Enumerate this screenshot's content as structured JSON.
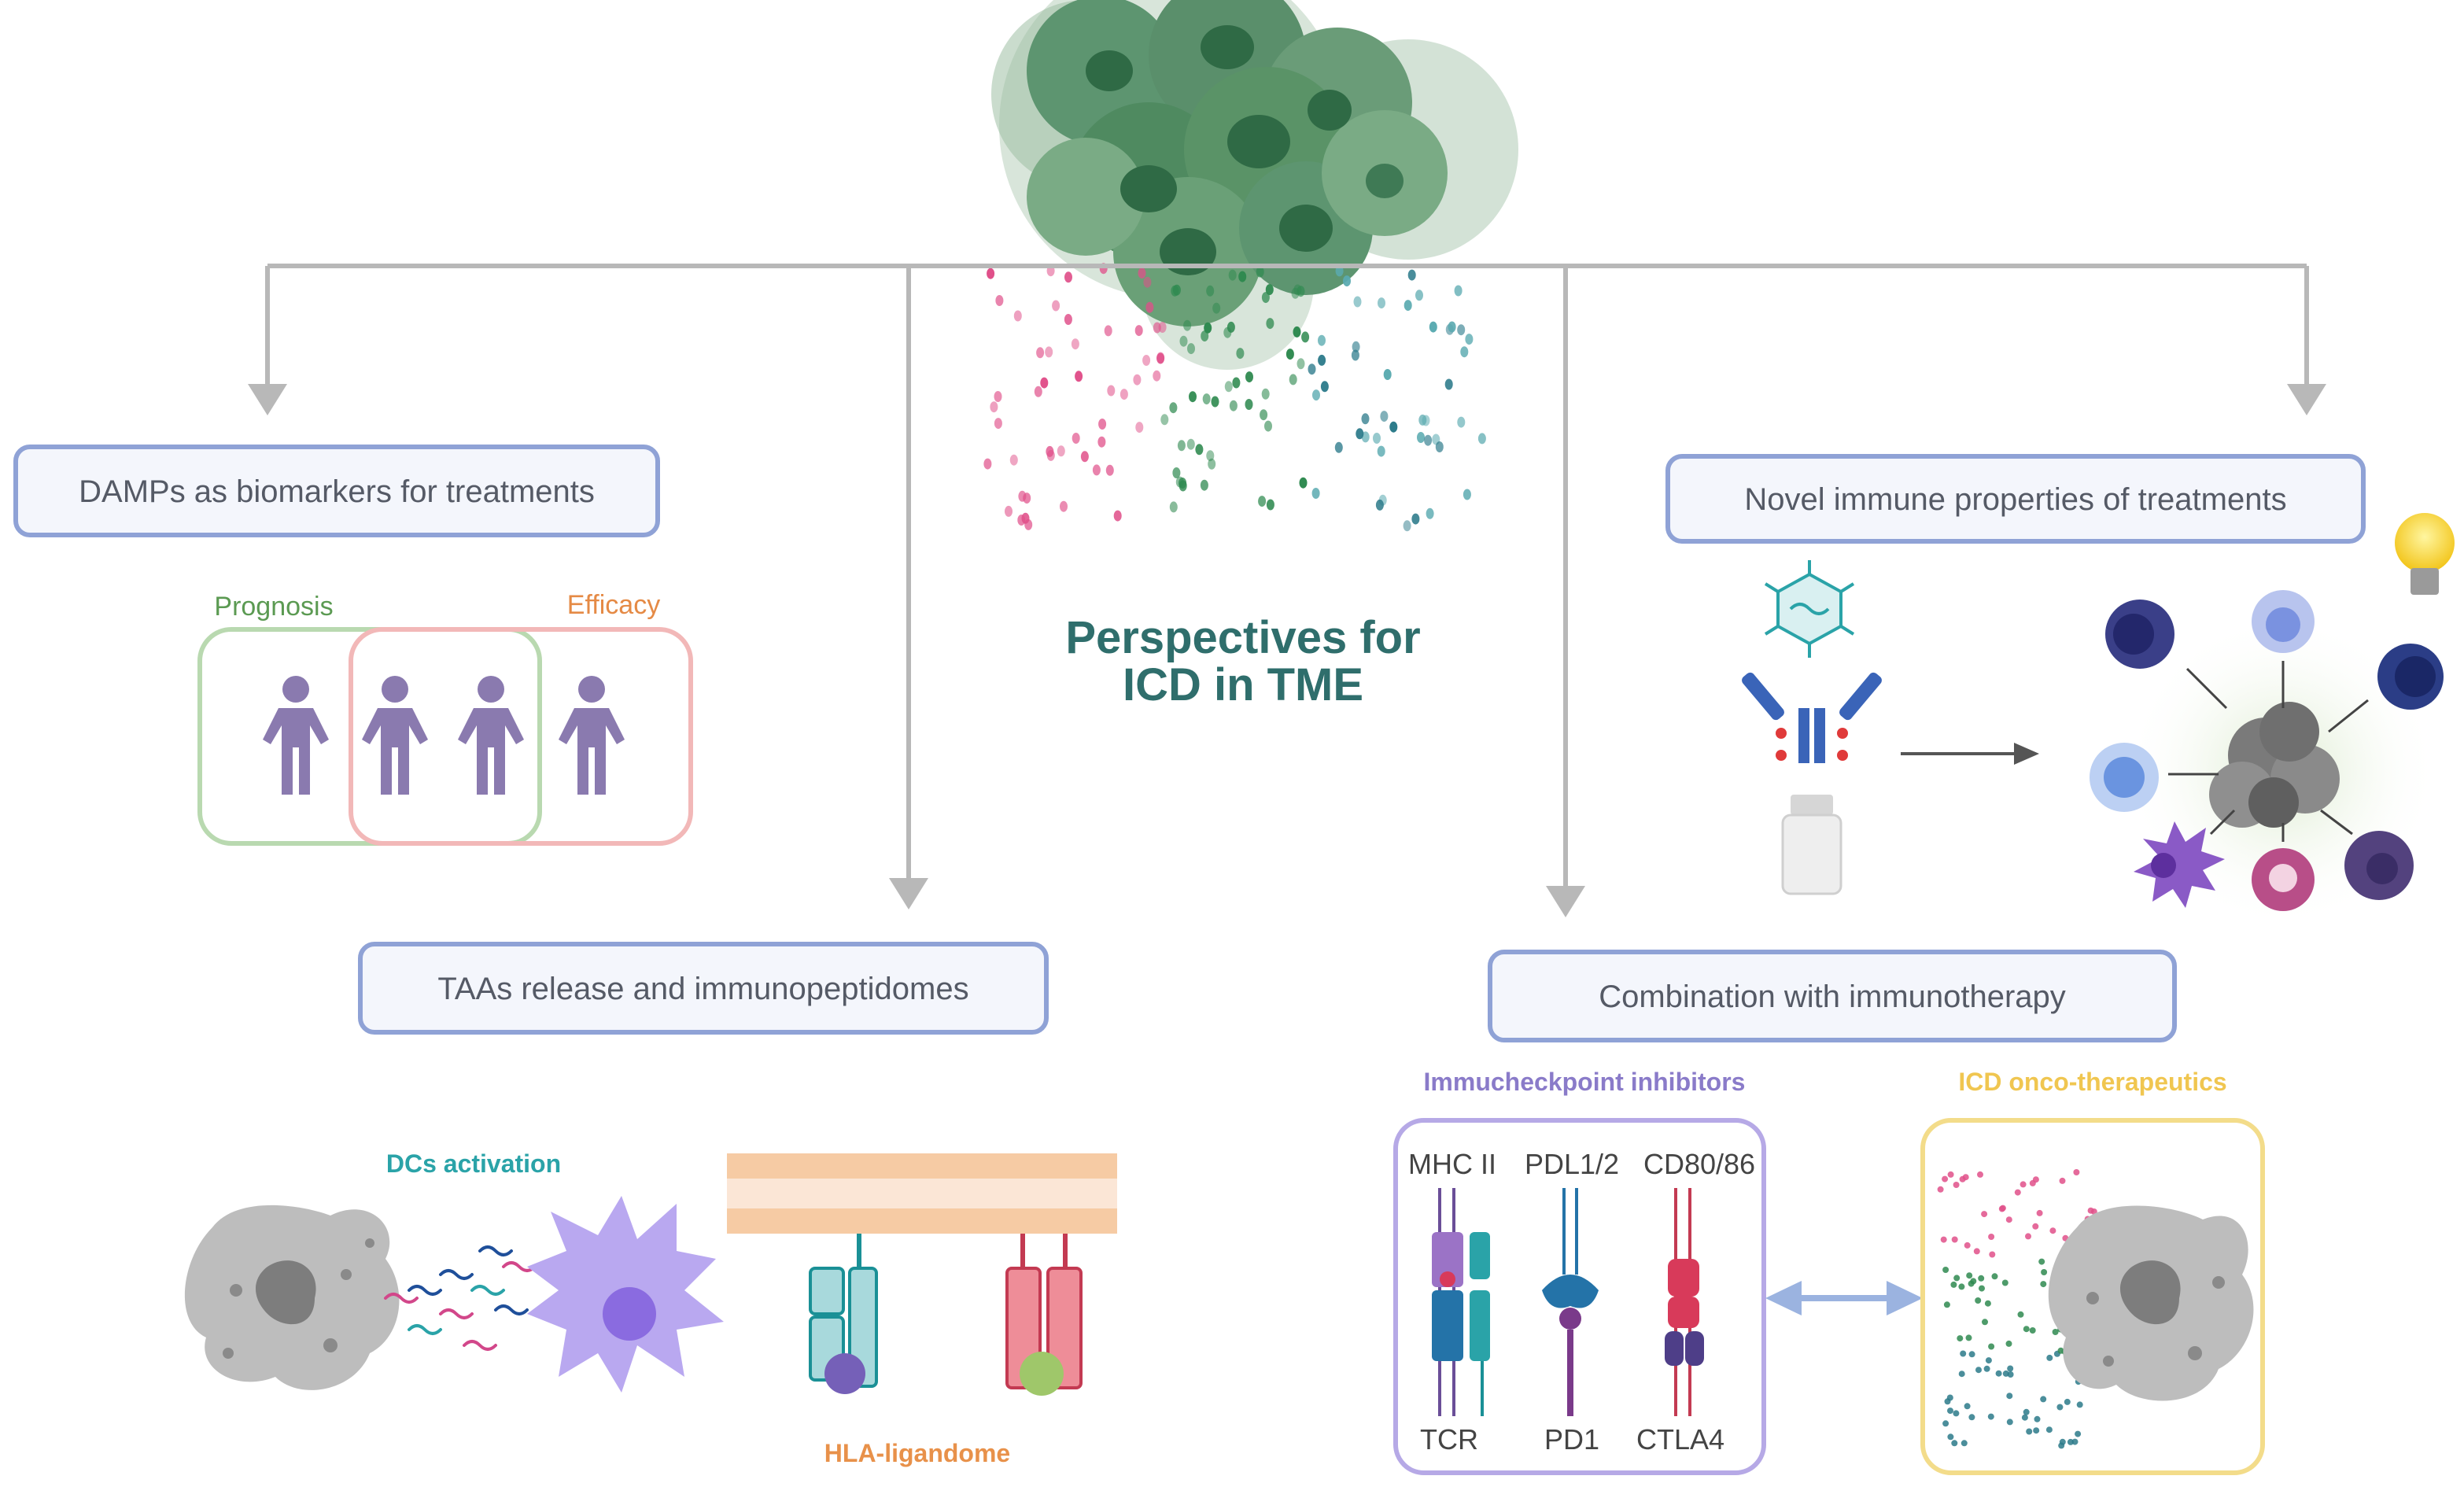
{
  "title": {
    "line1": "Perspectives for",
    "line2": "ICD in TME"
  },
  "boxes": {
    "damps": "DAMPs as biomarkers for treatments",
    "taas": "TAAs release and immunopeptidomes",
    "novel": "Novel immune properties of  treatments",
    "combination": "Combination with immunotherapy"
  },
  "damps_panel": {
    "prognosis": "Prognosis",
    "efficacy": "Efficacy"
  },
  "taas_panel": {
    "dcs": "DCs activation",
    "hla": "HLA-ligandome"
  },
  "combination_panel": {
    "inhibitors_title": "Immucheckpoint inhibitors",
    "top_labels": [
      "MHC II",
      "PDL1/2",
      "CD80/86"
    ],
    "bottom_labels": [
      "TCR",
      "PD1",
      "CTLA4"
    ],
    "icd_title": "ICD onco-therapeutics"
  },
  "colors": {
    "arrow": "#b8b8b8",
    "box_border": "#8fa2d6",
    "box_fill": "#f4f6fc",
    "tumor": "#4f8a60",
    "title": "#2f6e6c",
    "prognosis": "#5b9a52",
    "efficacy": "#e58a45",
    "person": "#8a7aaf",
    "dcs": "#2aa3a8",
    "hla": "#e8914a",
    "inhibitors": "#8a7bc9",
    "icd": "#f0c650"
  },
  "icons": [
    "tumor-cell-cluster-icon",
    "person-icon",
    "virus-icon",
    "antibody-icon",
    "drug-vial-icon",
    "lightbulb-icon",
    "immune-cell-icon",
    "dendritic-cell-icon",
    "mhc-receptor-icon"
  ]
}
